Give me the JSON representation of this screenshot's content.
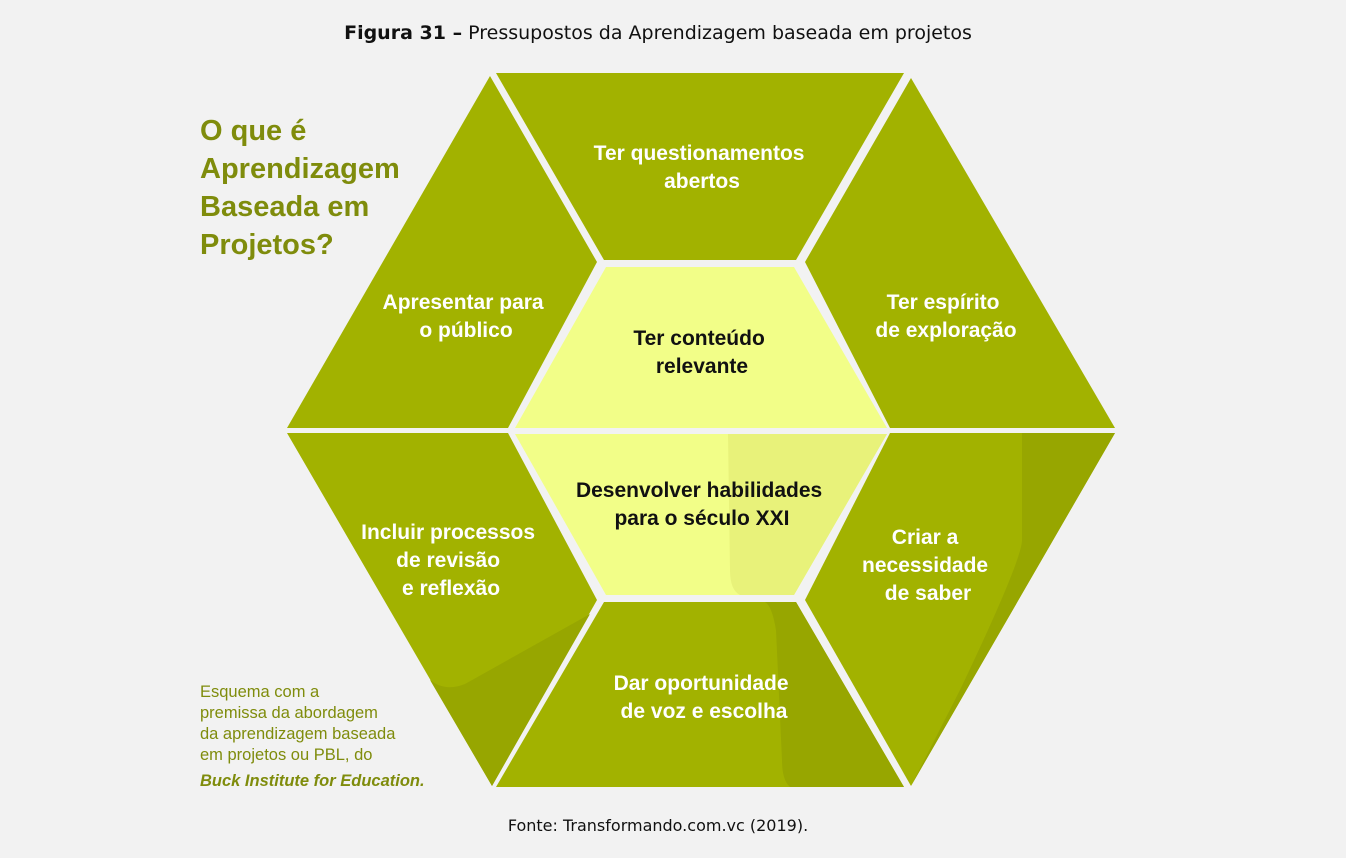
{
  "caption": {
    "label": "Figura 31 –",
    "text": "Pressupostos da Aprendizagem baseada em projetos"
  },
  "question": "O que é\nAprendizagem\nBaseada em\nProjetos?",
  "note": {
    "text": "Esquema com a\npremissa da abordagem\nda aprendizagem baseada\nem projetos ou PBL, do",
    "org": "Buck Institute for Education."
  },
  "segments": {
    "top": [
      "Ter questionamentos",
      "abertos"
    ],
    "upper_right": [
      "Ter espírito",
      "de exploração"
    ],
    "lower_right": [
      "Criar a",
      "necessidade",
      "de saber"
    ],
    "bottom": [
      "Dar oportunidade",
      "de voz e escolha"
    ],
    "lower_left": [
      "Incluir processos",
      "de revisão",
      "e reflexão"
    ],
    "upper_left": [
      "Apresentar para",
      "o público"
    ],
    "center_top": [
      "Ter conteúdo",
      "relevante"
    ],
    "center_bottom": [
      "Desenvolver habilidades",
      "para o século XXI"
    ]
  },
  "colors": {
    "olive": "#a2b200",
    "olive_dark": "#97a600",
    "center": "#f2fe88",
    "center_shade": "#e8f27a",
    "title": "#7f8c0c",
    "white_text": "#ffffff",
    "dark_text": "#111111"
  },
  "source": "Fonte: Transformando.com.vc (2019)."
}
